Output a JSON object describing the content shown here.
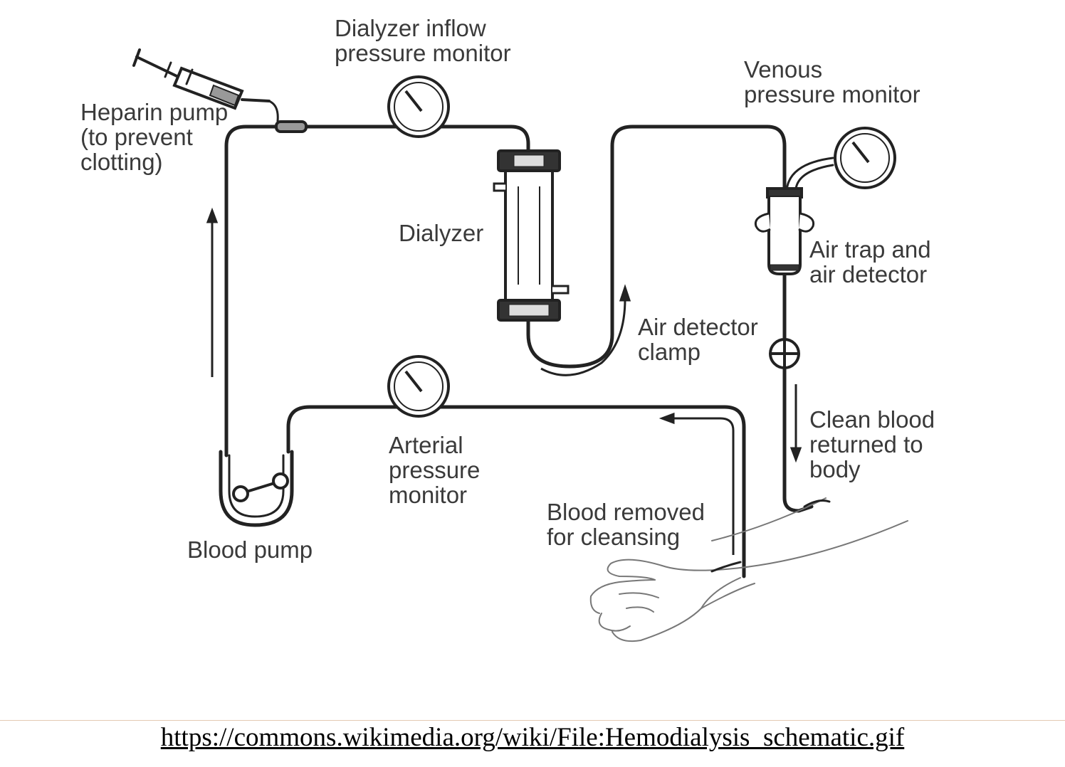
{
  "diagram": {
    "labels": {
      "dialyzer_inflow": "Dialyzer inflow\npressure monitor",
      "venous": "Venous\npressure monitor",
      "heparin": "Heparin pump\n(to prevent\nclotting)",
      "dialyzer": "Dialyzer",
      "air_trap": "Air trap and\nair detector",
      "air_clamp": "Air detector\nclamp",
      "arterial": "Arterial\npressure\nmonitor",
      "clean_blood": "Clean blood\nreturned to\nbody",
      "blood_removed": "Blood removed\nfor cleansing",
      "blood_pump": "Blood pump"
    }
  },
  "footer": {
    "source_url": "https://commons.wikimedia.org/wiki/File:Hemodialysis_schematic.gif"
  },
  "colors": {
    "line": "#222222",
    "text": "#3a3a3a",
    "divider": "#e3c9b2"
  }
}
